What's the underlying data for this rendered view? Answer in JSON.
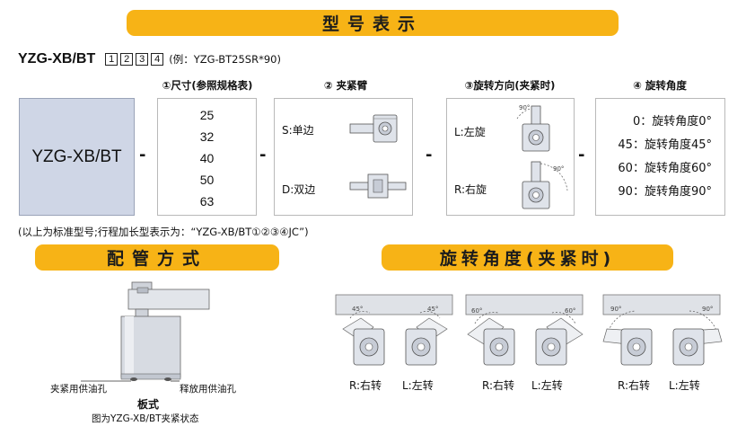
{
  "sections": {
    "model_designation": "型号表示",
    "piping_method": "配管方式",
    "rotation_angle_clamped": "旋转角度(夹紧时)"
  },
  "model_line": {
    "title": "YZG-XB/BT",
    "box_numbers": [
      "1",
      "2",
      "3",
      "4"
    ],
    "example": "(例：YZG-BT25SR*90)"
  },
  "column_headers": {
    "size": "①尺寸(参照规格表)",
    "arm": "② 夹紧臂",
    "direction": "③旋转方向(夹紧时)",
    "angle": "④  旋转角度"
  },
  "model_box_label": "YZG-XB/BT",
  "separator": "-",
  "sizes": [
    "25",
    "32",
    "40",
    "50",
    "63"
  ],
  "arm_options": [
    {
      "label": "S:单边"
    },
    {
      "label": "D:双边"
    }
  ],
  "direction_options": [
    {
      "label": "L:左旋",
      "angle_mark": "90°"
    },
    {
      "label": "R:右旋",
      "angle_mark": "90°"
    }
  ],
  "angle_options": [
    "0：旋转角度0°",
    "45：旋转角度45°",
    "60：旋转角度60°",
    "90：旋转角度90°"
  ],
  "note": "(以上为标准型号;行程加长型表示为：“YZG-XB/BT①②③④JC”)",
  "piping": {
    "clamp_port": "夹紧用供油孔",
    "release_port": "释放用供油孔",
    "type_label": "板式",
    "caption": "图为YZG-XB/BT夹紧状态"
  },
  "rotation_examples": [
    {
      "angle_mark": "45°",
      "right_label": "R:右转",
      "left_label": "L:左转"
    },
    {
      "angle_mark": "60°",
      "right_label": "R:右转",
      "left_label": "L:左转"
    },
    {
      "angle_mark": "90°",
      "right_label": "R:右转",
      "left_label": "L:左转"
    }
  ],
  "colors": {
    "banner": "#f7b316",
    "model_box": "#cfd6e6",
    "drawing_fill": "#dfe3ea",
    "drawing_line": "#555555"
  }
}
